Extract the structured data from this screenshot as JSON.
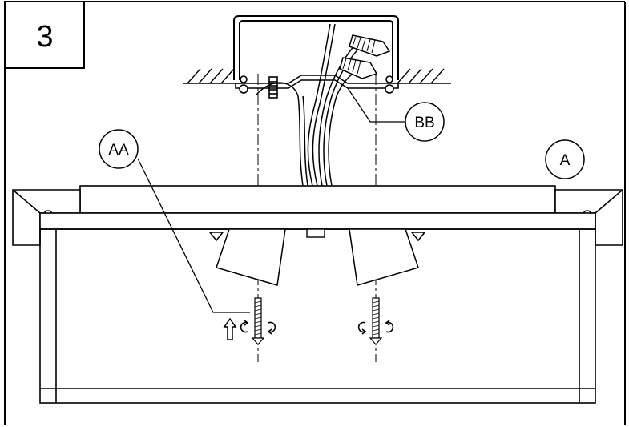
{
  "step": {
    "number": "3"
  },
  "callouts": {
    "a": "A",
    "aa": "AA",
    "bb": "BB"
  },
  "colors": {
    "line": "#000000",
    "background": "#ffffff",
    "hatch": "#000000"
  }
}
